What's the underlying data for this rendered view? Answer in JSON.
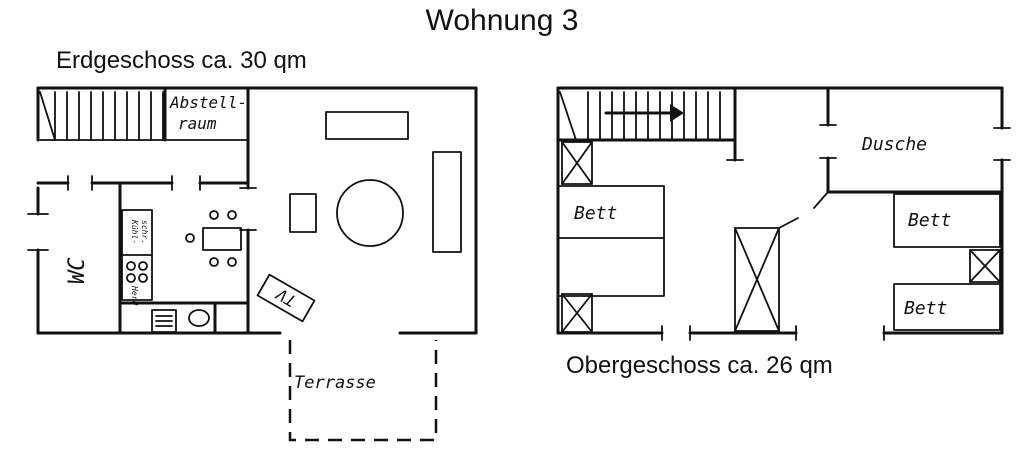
{
  "title": "Wohnung 3",
  "ground_floor": {
    "caption": "Erdgeschoss ca. 30 qm",
    "storage_line1": "Abstell-",
    "storage_line2": "raum",
    "wc": "WC",
    "terrace": "Terrasse",
    "tv": "TV",
    "fridge": "Kühl-",
    "fridge2": "schr.",
    "stove": "Herd"
  },
  "upper_floor": {
    "caption": "Obergeschoss ca. 26 qm",
    "shower": "Dusche",
    "bed_left": "Bett",
    "bed_right_top": "Bett",
    "bed_right_bottom": "Bett"
  }
}
